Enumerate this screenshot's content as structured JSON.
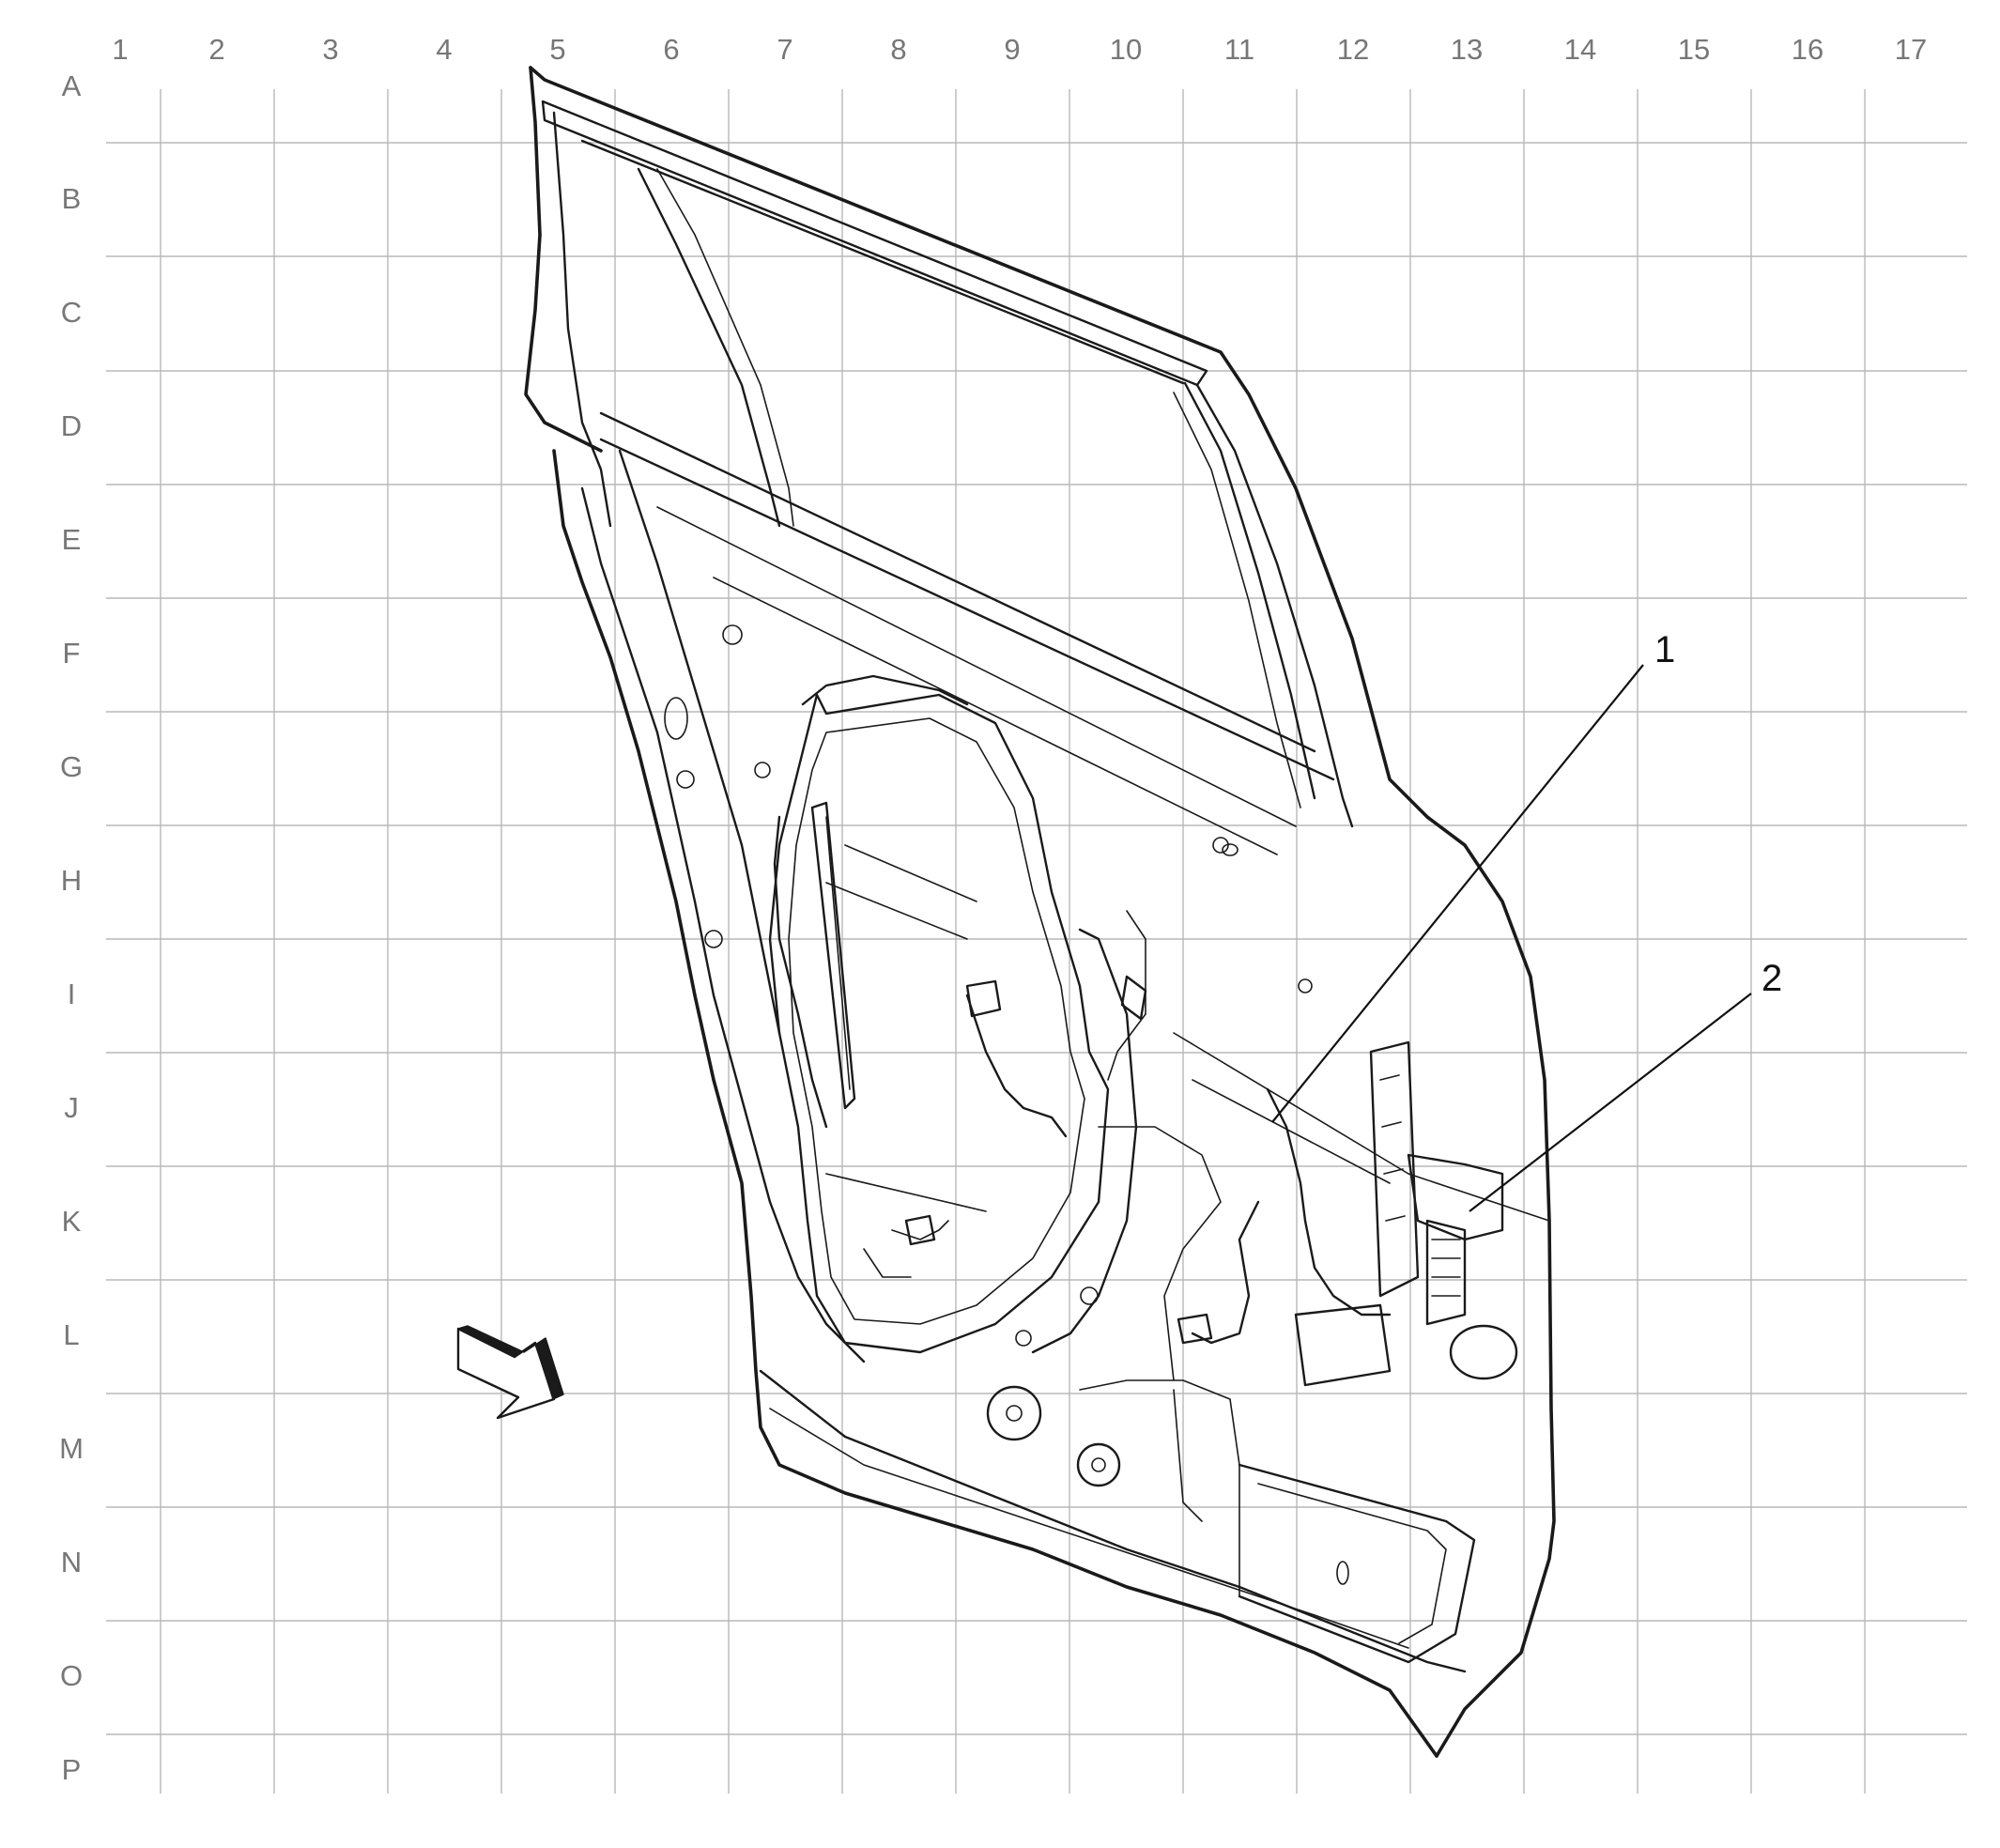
{
  "grid": {
    "columns": [
      "1",
      "2",
      "3",
      "4",
      "5",
      "6",
      "7",
      "8",
      "9",
      "10",
      "11",
      "12",
      "13",
      "14",
      "15",
      "16",
      "17"
    ],
    "rows": [
      "A",
      "B",
      "C",
      "D",
      "E",
      "F",
      "G",
      "H",
      "I",
      "J",
      "K",
      "L",
      "M",
      "N",
      "O",
      "P"
    ]
  },
  "callouts": [
    {
      "id": "1",
      "label": "1"
    },
    {
      "id": "2",
      "label": "2"
    }
  ],
  "colors": {
    "line": "#1a1a1a",
    "grid": "#b8b8b8",
    "grid_label": "#777777"
  },
  "icons": {
    "view_arrow": "direction-arrow-icon"
  }
}
